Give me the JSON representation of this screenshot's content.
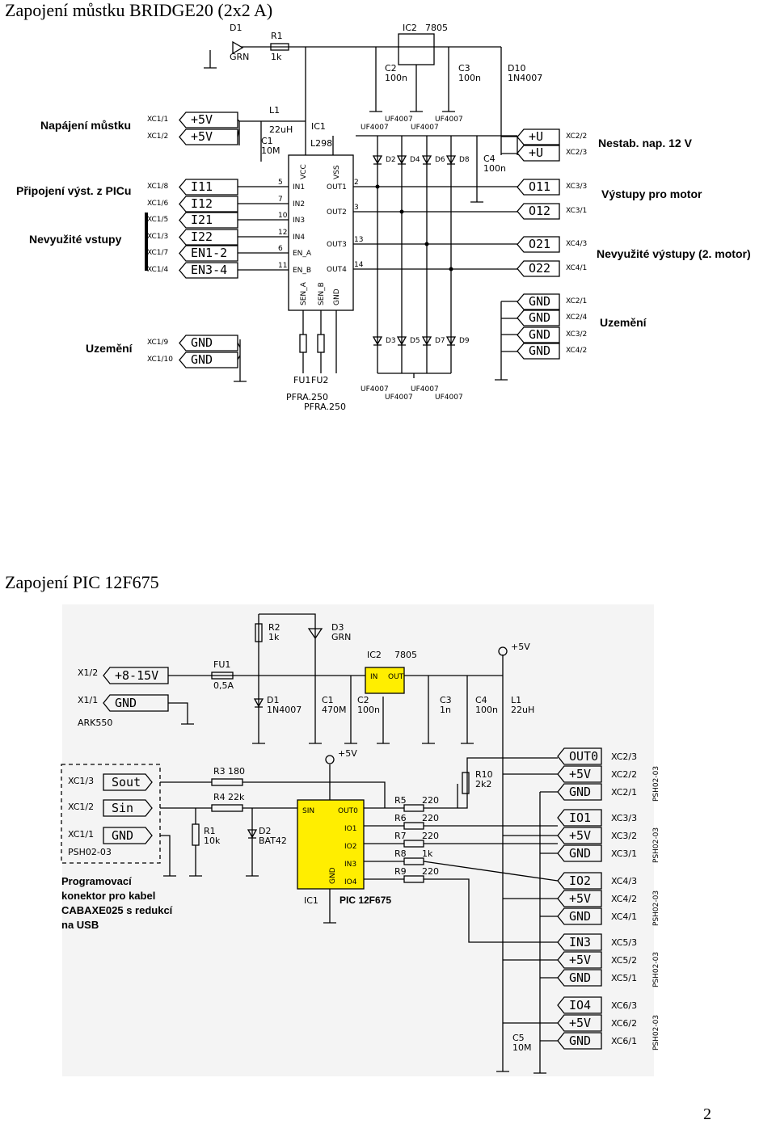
{
  "titles": {
    "bridge": "Zapojení můstku BRIDGE20 (2x2 A)",
    "pic": "Zapojení PIC 12F675"
  },
  "page_number": "2",
  "bridge": {
    "groups": {
      "power": "Napájení můstku",
      "pic_outputs": "Připojení výst. z PICu",
      "unused_inputs": "Nevyužité vstupy",
      "ground_left": "Uzemění",
      "nestab": "Nestab. nap. 12 V",
      "motor_outputs": "Výstupy pro motor",
      "unused_outputs": "Nevyužité výstupy (2. motor)",
      "ground_right": "Uzemění"
    },
    "left_connectors": [
      {
        "pin": "XC1/1",
        "label": "+5V"
      },
      {
        "pin": "XC1/2",
        "label": "+5V"
      },
      {
        "pin": "XC1/8",
        "label": "I11"
      },
      {
        "pin": "XC1/6",
        "label": "I12"
      },
      {
        "pin": "XC1/5",
        "label": "I21"
      },
      {
        "pin": "XC1/3",
        "label": "I22"
      },
      {
        "pin": "XC1/7",
        "label": "EN1-2"
      },
      {
        "pin": "XC1/4",
        "label": "EN3-4"
      },
      {
        "pin": "XC1/9",
        "label": "GND"
      },
      {
        "pin": "XC1/10",
        "label": "GND"
      }
    ],
    "right_connectors": [
      {
        "pin": "XC2/2",
        "label": "+U"
      },
      {
        "pin": "XC2/3",
        "label": "+U"
      },
      {
        "pin": "XC3/3",
        "label": "O11"
      },
      {
        "pin": "XC3/1",
        "label": "O12"
      },
      {
        "pin": "XC4/3",
        "label": "O21"
      },
      {
        "pin": "XC4/1",
        "label": "O22"
      },
      {
        "pin": "XC2/1",
        "label": "GND"
      },
      {
        "pin": "XC2/4",
        "label": "GND"
      },
      {
        "pin": "XC3/2",
        "label": "GND"
      },
      {
        "pin": "XC4/2",
        "label": "GND"
      }
    ],
    "ic": {
      "name": "IC1",
      "part": "L298",
      "left_pins": [
        "IN1",
        "IN2",
        "IN3",
        "IN4",
        "EN_A",
        "EN_B"
      ],
      "left_nums": [
        "5",
        "7",
        "10",
        "12",
        "6",
        "11"
      ],
      "right_pins": [
        "OUT1",
        "OUT2",
        "OUT3",
        "OUT4"
      ],
      "right_nums": [
        "2",
        "3",
        "13",
        "14"
      ],
      "top_pins": [
        "VCC",
        "VSS"
      ],
      "bottom_pins": [
        "SEN_A",
        "SEN_B",
        "GND"
      ]
    },
    "parts": {
      "d1": "D1",
      "d1v": "GRN",
      "r1": "R1",
      "r1v": "1k",
      "ic2": "IC2",
      "ic2v": "7805",
      "c2": "C2",
      "c2v": "100n",
      "c3": "C3",
      "c3v": "100n",
      "d10": "D10",
      "d10v": "1N4007",
      "l1": "L1",
      "l1v": "22uH",
      "c1": "C1",
      "c1v": "10M",
      "c4": "C4",
      "c4v": "100n",
      "uf": "UF4007",
      "fu1": "FU1",
      "fu2": "FU2",
      "pfra": "PFRA.250",
      "d2": "D2",
      "d4": "D4",
      "d6": "D6",
      "d8": "D8",
      "d3": "D3",
      "d5": "D5",
      "d7": "D7",
      "d9": "D9"
    }
  },
  "pic": {
    "input": {
      "pin2": "X1/2",
      "lbl2": "+8-15V",
      "pin1": "X1/1",
      "lbl1": "GND",
      "conn": "ARK550"
    },
    "parts": {
      "r2": "R2",
      "r2v": "1k",
      "d3": "D3",
      "d3v": "GRN",
      "fu1": "FU1",
      "fu1v": "0,5A",
      "d1": "D1",
      "d1v": "1N4007",
      "c1": "C1",
      "c1v": "470M",
      "c2": "C2",
      "c2v": "100n",
      "ic2": "IC2",
      "ic2v": "7805",
      "c3": "C3",
      "c3v": "1n",
      "c4": "C4",
      "c4v": "100n",
      "l1": "L1",
      "l1v": "22uH",
      "vplus": "+5V",
      "r3": "R3",
      "r3v": "180",
      "r4": "R4",
      "r4v": "22k",
      "r1": "R1",
      "r1v": "10k",
      "d2": "D2",
      "d2v": "BAT42",
      "r10": "R10",
      "r10v": "2k2",
      "r5": "R5",
      "r6": "R6",
      "r7": "R7",
      "r8": "R8",
      "r9": "R9",
      "r220": "220",
      "r1k": "1k",
      "c5": "C5",
      "c5v": "10M",
      "ic1": "IC1",
      "ic1v": "PIC 12F675",
      "in": "IN",
      "out": "OUT"
    },
    "ic1_pins": {
      "sin": "SIN",
      "out0": "OUT0",
      "io1": "IO1",
      "io2": "IO2",
      "in3": "IN3",
      "io4": "IO4",
      "gnd": "GND"
    },
    "prog": {
      "pins": [
        "XC1/3",
        "XC1/2",
        "XC1/1"
      ],
      "labels": [
        "Sout",
        "Sin",
        "GND"
      ],
      "conn": "PSH02-03",
      "text": [
        "Programovací",
        "konektor pro kabel",
        "CABAXE025 s redukcí",
        "na USB"
      ]
    },
    "outputs": [
      {
        "labels": [
          "OUT0",
          "+5V",
          "GND"
        ],
        "pins": [
          "XC2/3",
          "XC2/2",
          "XC2/1"
        ]
      },
      {
        "labels": [
          "IO1",
          "+5V",
          "GND"
        ],
        "pins": [
          "XC3/3",
          "XC3/2",
          "XC3/1"
        ]
      },
      {
        "labels": [
          "IO2",
          "+5V",
          "GND"
        ],
        "pins": [
          "XC4/3",
          "XC4/2",
          "XC4/1"
        ]
      },
      {
        "labels": [
          "IN3",
          "+5V",
          "GND"
        ],
        "pins": [
          "XC5/3",
          "XC5/2",
          "XC5/1"
        ]
      },
      {
        "labels": [
          "IO4",
          "+5V",
          "GND"
        ],
        "pins": [
          "XC6/3",
          "XC6/2",
          "XC6/1"
        ]
      }
    ],
    "psh": "PSH02-03"
  }
}
